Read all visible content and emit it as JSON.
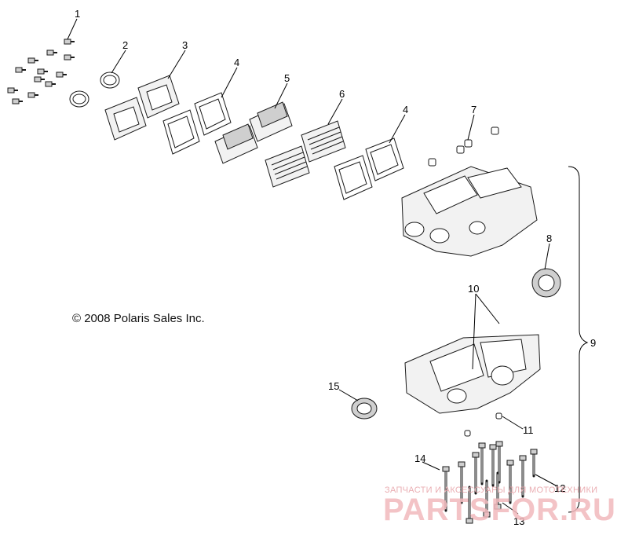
{
  "copyright": "© 2008 Polaris Sales Inc.",
  "callouts": [
    "1",
    "2",
    "3",
    "4",
    "5",
    "6",
    "4",
    "7",
    "8",
    "9",
    "10",
    "11",
    "12",
    "13",
    "14",
    "15"
  ],
  "watermark": {
    "line1": "ЗАПЧАСТИ И АКСЕССУАРЫ ДЛЯ МОТОТЕХНИКИ",
    "line2": "PARTSFOR.RU"
  },
  "colors": {
    "watermark": "#e7a1a6",
    "line": "#1a1a1a"
  }
}
